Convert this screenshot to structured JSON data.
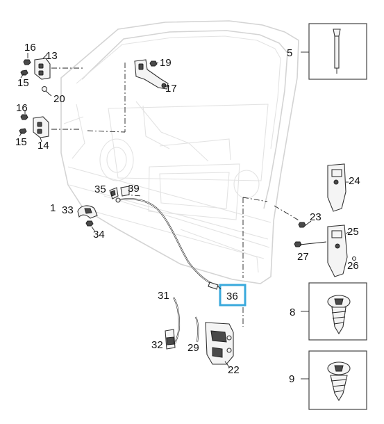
{
  "diagram": {
    "callouts": {
      "c1": "1",
      "c5": "5",
      "c8": "8",
      "c9": "9",
      "c13": "13",
      "c14": "14",
      "c15a": "15",
      "c15b": "15",
      "c16a": "16",
      "c16b": "16",
      "c17": "17",
      "c19": "19",
      "c20": "20",
      "c22": "22",
      "c23": "23",
      "c24": "24",
      "c25": "25",
      "c26": "26",
      "c27": "27",
      "c29": "29",
      "c31": "31",
      "c32": "32",
      "c33": "33",
      "c34": "34",
      "c35": "35",
      "c36": "36",
      "c39": "39"
    },
    "highlighted_callout": "36",
    "colors": {
      "highlight": "#39a9dc",
      "door_outline": "#d4d4d4",
      "parts": "#333333"
    }
  }
}
